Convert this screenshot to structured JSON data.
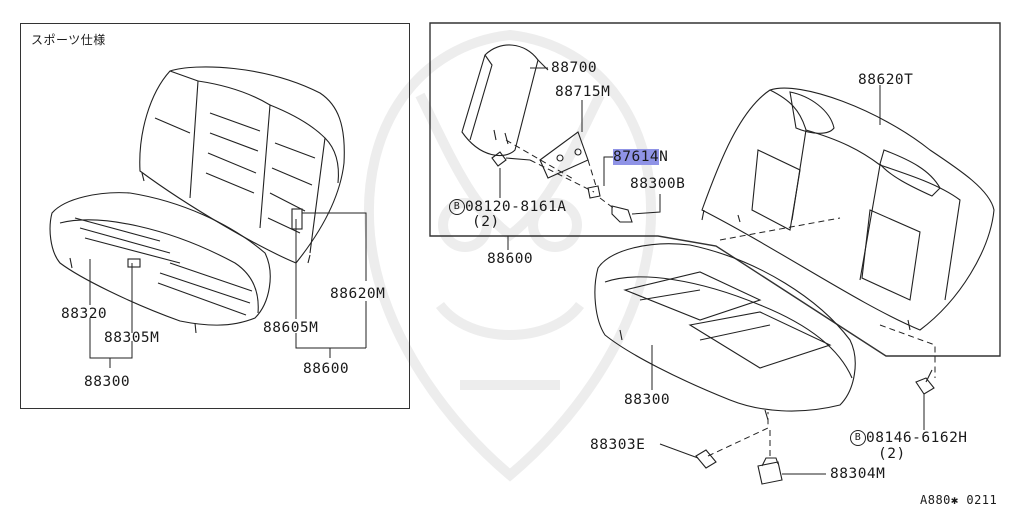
{
  "left_panel": {
    "caption": "スポーツ仕様",
    "labels": {
      "p88320": "88320",
      "p88305M": "88305M",
      "p88300": "88300",
      "p88605M": "88605M",
      "p88620M": "88620M",
      "p88600": "88600"
    }
  },
  "right_panel": {
    "labels": {
      "p88700": "88700",
      "p88715M": "88715M",
      "p87614N_part": "87614",
      "p87614N_suffix": "N",
      "p88300B": "88300B",
      "bolt_08120": "08120-8161A",
      "bolt_08120_qty": "(2)",
      "p88600": "88600",
      "p88620T": "88620T",
      "p88300": "88300",
      "p88303E": "88303E",
      "p88304M": "88304M",
      "bolt_08146": "08146-6162H",
      "bolt_08146_qty": "(2)"
    }
  },
  "figure_code": "A880✱ 0211",
  "highlight_color": "#8f93e6"
}
